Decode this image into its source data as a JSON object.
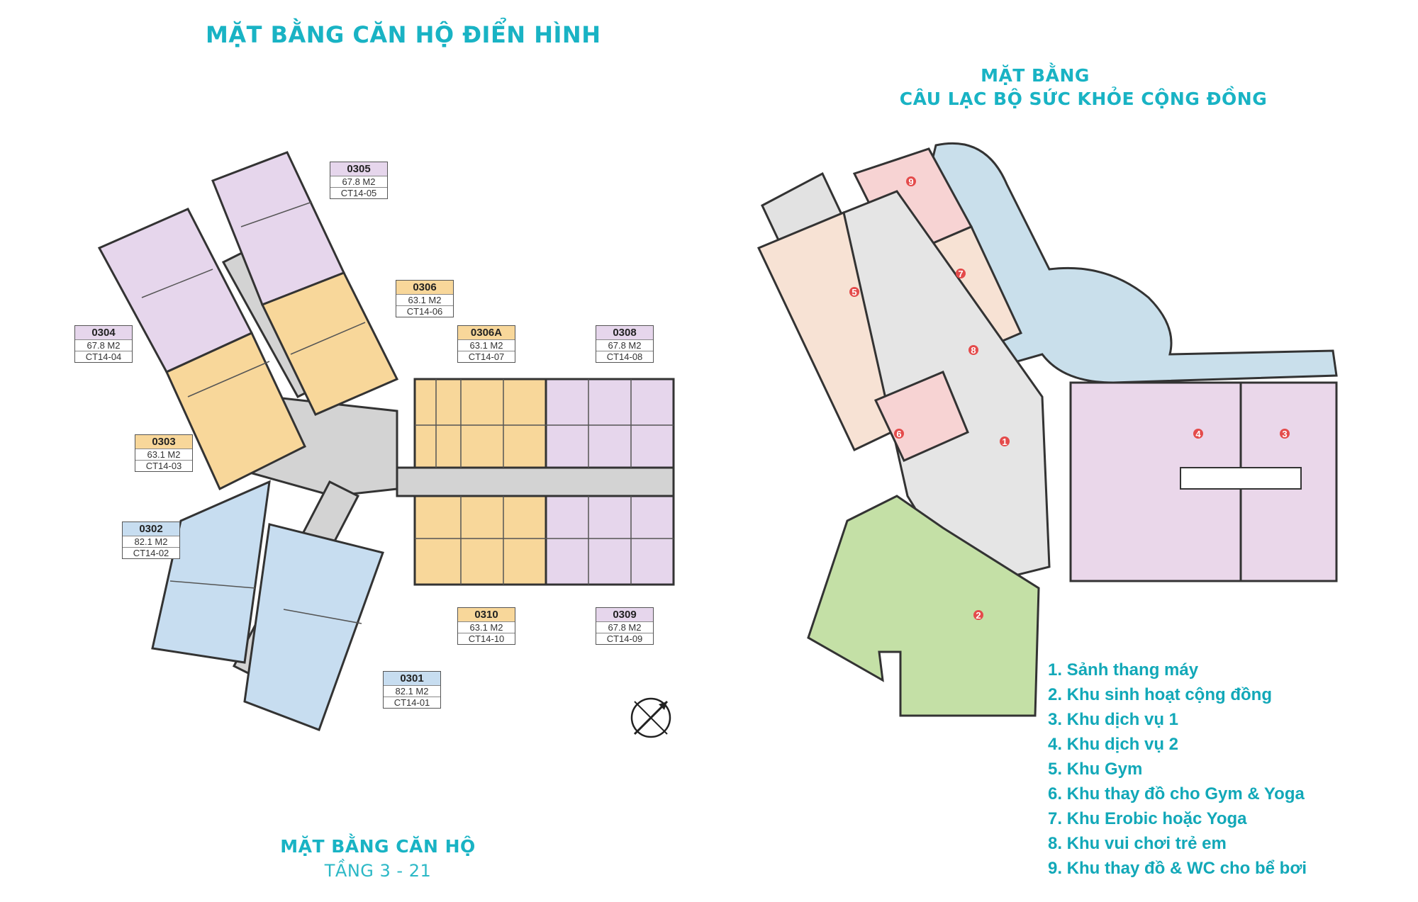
{
  "left_title": "MẶT BẰNG CĂN HỘ ĐIỂN HÌNH",
  "right_title_line1": "MẶT BẰNG",
  "right_title_line2": "CÂU LẠC BỘ SỨC KHỎE CỘNG ĐỒNG",
  "bottom_title": "MẶT BẰNG CĂN HỘ",
  "bottom_subtitle": "TẦNG 3 - 21",
  "colors": {
    "title": "#19b3c4",
    "unit_purple": "#e6d6ec",
    "unit_orange": "#f8d79a",
    "unit_blue": "#c7ddf0",
    "corridor": "#d3d3d3",
    "community": "#c4e0a6",
    "service": "#ead7ea",
    "gym": "#f7e2d4",
    "glass": "#c9dfeb"
  },
  "units": [
    {
      "code": "0305",
      "area": "67.8 M2",
      "ct": "CT14-05",
      "color": "purple"
    },
    {
      "code": "0306",
      "area": "63.1 M2",
      "ct": "CT14-06",
      "color": "orange"
    },
    {
      "code": "0304",
      "area": "67.8 M2",
      "ct": "CT14-04",
      "color": "purple"
    },
    {
      "code": "0306A",
      "area": "63.1 M2",
      "ct": "CT14-07",
      "color": "orange"
    },
    {
      "code": "0308",
      "area": "67.8 M2",
      "ct": "CT14-08",
      "color": "purple"
    },
    {
      "code": "0303",
      "area": "63.1 M2",
      "ct": "CT14-03",
      "color": "orange"
    },
    {
      "code": "0302",
      "area": "82.1 M2",
      "ct": "CT14-02",
      "color": "blue"
    },
    {
      "code": "0310",
      "area": "63.1 M2",
      "ct": "CT14-10",
      "color": "orange"
    },
    {
      "code": "0309",
      "area": "67.8 M2",
      "ct": "CT14-09",
      "color": "purple"
    },
    {
      "code": "0301",
      "area": "82.1 M2",
      "ct": "CT14-01",
      "color": "blue"
    }
  ],
  "club_zones": [
    "1",
    "2",
    "3",
    "4",
    "5",
    "6",
    "7",
    "8",
    "9"
  ],
  "legend": [
    "1. Sảnh thang máy",
    "2. Khu sinh hoạt cộng đồng",
    "3. Khu dịch vụ 1",
    "4. Khu dịch vụ 2",
    "5. Khu Gym",
    "6. Khu thay đồ cho Gym & Yoga",
    "7. Khu Erobic hoặc Yoga",
    "8. Khu vui chơi trẻ em",
    "9. Khu thay đồ & WC cho bể bơi"
  ],
  "compass_icon": "north-arrow-icon"
}
